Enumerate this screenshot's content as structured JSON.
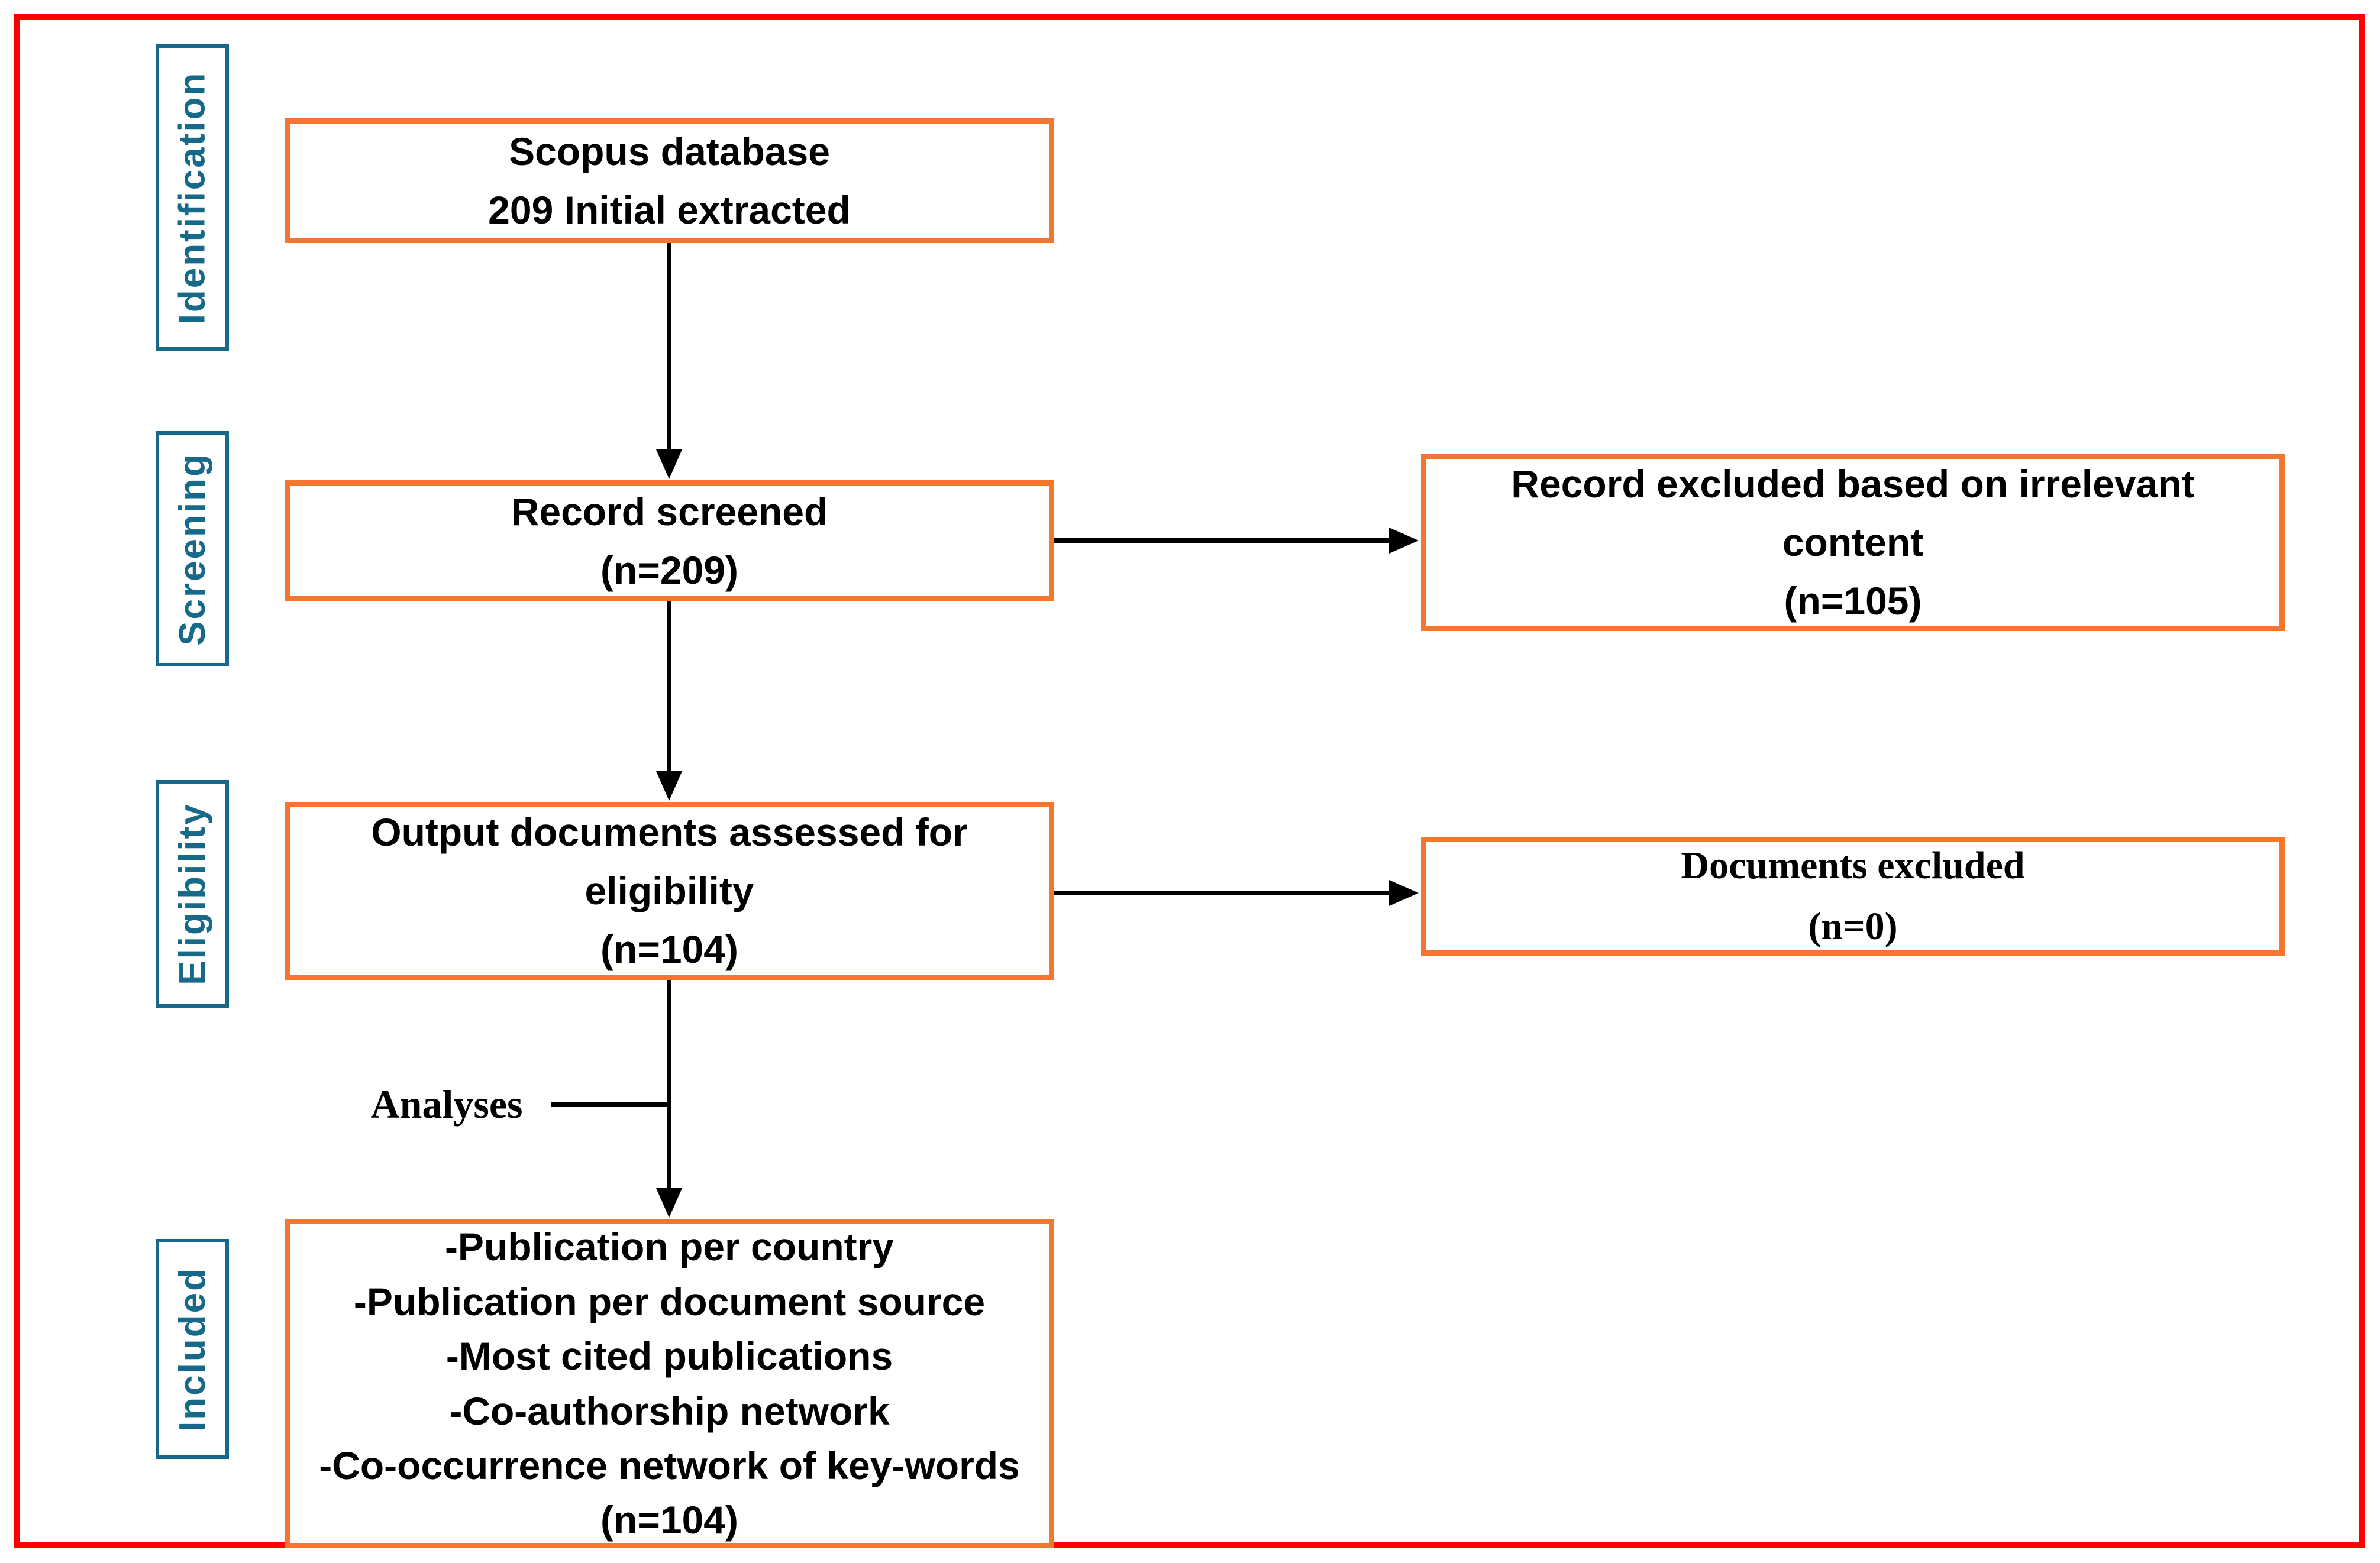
{
  "colors": {
    "frame_red": "#FF0000",
    "flow_box_orange": "#F4772E",
    "stage_label_teal": "#17698A",
    "connector_black": "#000000",
    "text_black": "#000000",
    "background": "#FFFFFF"
  },
  "stages": [
    {
      "label": "Identification"
    },
    {
      "label": "Screening"
    },
    {
      "label": "Eligibility"
    },
    {
      "label": "Included"
    }
  ],
  "boxes": {
    "scopus": {
      "lines": [
        "Scopus database",
        "209 Initial extracted"
      ]
    },
    "screened": {
      "lines": [
        "Record screened",
        "(n=209)"
      ]
    },
    "excluded_screening": {
      "lines": [
        "Record excluded based on irrelevant",
        "content",
        "(n=105)"
      ]
    },
    "eligibility": {
      "lines": [
        "Output documents assessed for",
        "eligibility",
        "(n=104)"
      ]
    },
    "excluded_eligibility": {
      "lines": [
        "Documents excluded",
        "(n=0)"
      ]
    },
    "included": {
      "lines": [
        "-Publication per country",
        "-Publication per document source",
        "-Most cited publications",
        "-Co-authorship network",
        "-Co-occurrence network of key-words",
        "(n=104)"
      ]
    }
  },
  "annotations": {
    "analyses": "Analyses"
  }
}
